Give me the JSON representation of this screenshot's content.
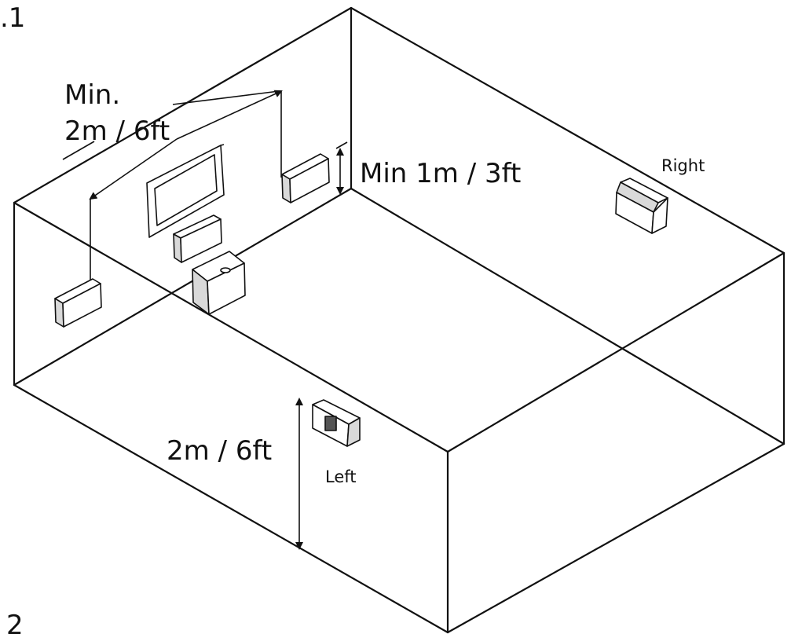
{
  "figure": {
    "number_top": ".1",
    "number_bottom": "2"
  },
  "labels": {
    "min_distance_line1": "Min.",
    "min_distance_line2": "2m / 6ft",
    "min_wall_gap": "Min 1m / 3ft",
    "height": "2m / 6ft",
    "right_speaker": "Right",
    "left_speaker": "Left"
  },
  "colors": {
    "line": "#111111",
    "fill": "#ffffff",
    "shade": "#d9d9d9"
  }
}
